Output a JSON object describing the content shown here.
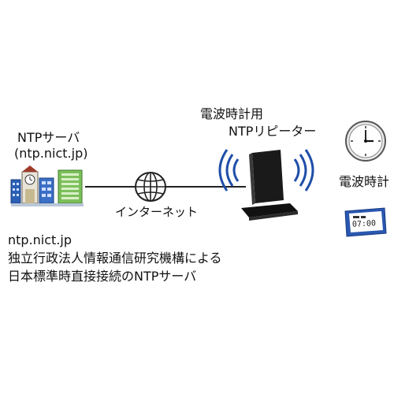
{
  "server": {
    "label": "NTPサーバ",
    "host": "(ntp.nict.jp)"
  },
  "repeater": {
    "label_line1": "電波時計用",
    "label_line2": "NTPリピーター"
  },
  "clock": {
    "label": "電波時計",
    "digital_display": "07:00"
  },
  "network": {
    "label": "インターネット"
  },
  "description": {
    "line1": "ntp.nict.jp",
    "line2": "独立行政法人情報通信研究機構による",
    "line3": "日本標準時直接接続のNTPサーバ"
  },
  "colors": {
    "wave_blue": "#1f4ea8",
    "device_black": "#1a1a1a",
    "line_black": "#222222",
    "building_blue": "#2a5fb5",
    "building_green": "#5fa84a"
  },
  "icons": [
    "server-buildings-icon",
    "globe-icon",
    "repeater-device-icon",
    "wall-clock-icon",
    "digital-clock-icon"
  ]
}
